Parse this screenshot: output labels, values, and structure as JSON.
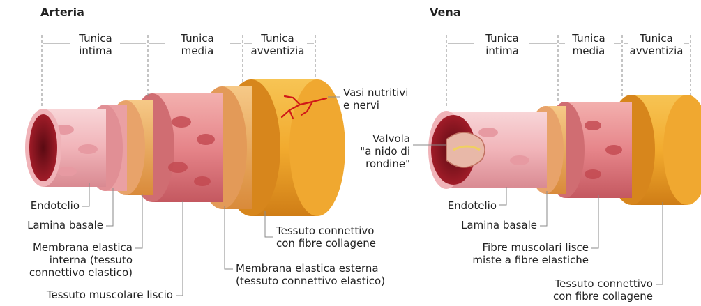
{
  "artery": {
    "title": "Arteria",
    "layers": {
      "intima": "Tunica\nintima",
      "media": "Tunica\nmedia",
      "adventitia": "Tunica\navventizia"
    },
    "labels": {
      "vasa": "Vasi nutritivi\ne nervi",
      "endothelium": "Endotelio",
      "basal": "Lamina basale",
      "internal_elastic": "Membrana elastica\ninterna (tessuto\nconnettivo elastico)",
      "smooth_muscle": "Tessuto muscolare liscio",
      "connective": "Tessuto connettivo\ncon fibre collagene",
      "external_elastic": "Membrana elastica esterna\n(tessuto connettivo elastico)"
    }
  },
  "vein": {
    "title": "Vena",
    "layers": {
      "intima": "Tunica\nintima",
      "media": "Tunica\nmedia",
      "adventitia": "Tunica\navventizia"
    },
    "labels": {
      "valve": "Valvola\n\"a nido di\nrondine\"",
      "endothelium": "Endotelio",
      "basal": "Lamina basale",
      "muscle": "Fibre muscolari lisce\nmiste a fibre elastiche",
      "connective": "Tessuto connettivo\ncon fibre collagene"
    }
  },
  "colors": {
    "adventitia": "#f2b13a",
    "adventitia_dark": "#d98a1a",
    "media": "#e98a8a",
    "intima": "#f4bcc0",
    "lumen": "#8a1420",
    "leader": "#888888"
  }
}
